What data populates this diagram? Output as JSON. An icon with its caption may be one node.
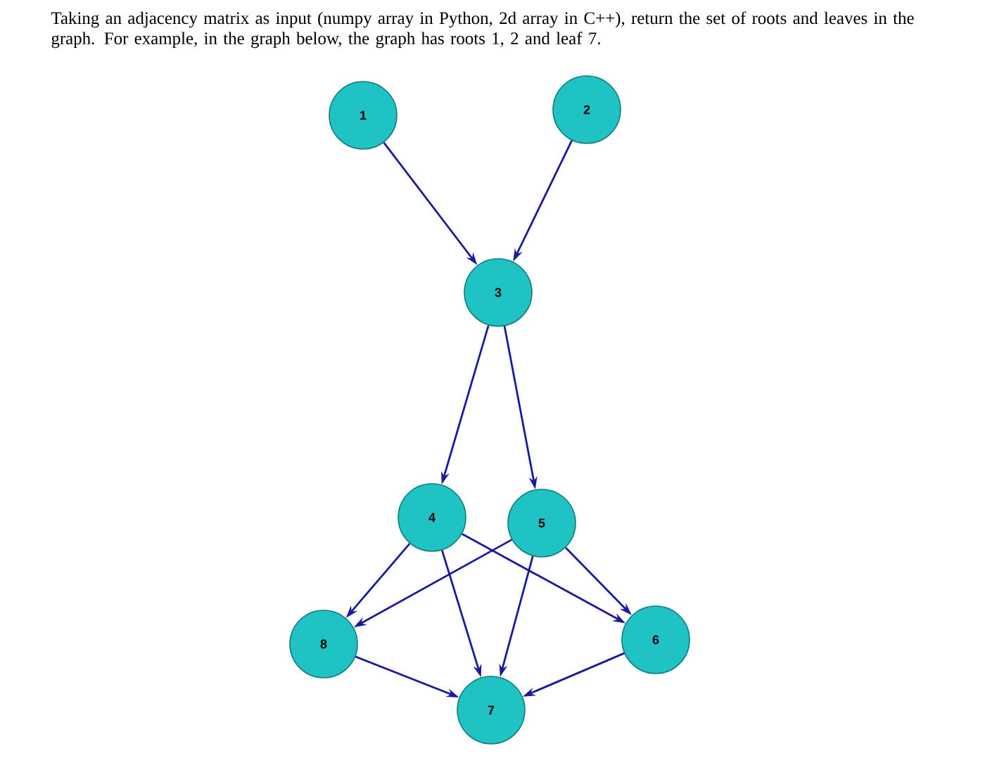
{
  "diagram": {
    "nodes": [
      {
        "text": [
          "1"
        ]
      },
      {
        "text": [
          "2"
        ]
      },
      {
        "text": [
          "3"
        ]
      },
      {
        "text": [
          "4"
        ]
      },
      {
        "text": [
          "5"
        ]
      },
      {
        "text": [
          "8"
        ]
      },
      {
        "text": [
          "6"
        ]
      },
      {
        "text": [
          "7"
        ]
      }
    ],
    "edges": [
      {
        "from": 0,
        "to": 2,
        "arrow": "to"
      },
      {
        "from": 1,
        "to": 2,
        "arrow": "to"
      },
      {
        "from": 2,
        "to": 3,
        "arrow": "to"
      },
      {
        "from": 2,
        "to": 4,
        "arrow": "to"
      },
      {
        "from": 3,
        "to": 5,
        "arrow": "to"
      },
      {
        "from": 3,
        "to": 7,
        "arrow": "to"
      },
      {
        "from": 3,
        "to": 6,
        "arrow": "to"
      },
      {
        "from": 4,
        "to": 5,
        "arrow": "to"
      },
      {
        "from": 4,
        "to": 7,
        "arrow": "to"
      },
      {
        "from": 4,
        "to": 6,
        "arrow": "to"
      },
      {
        "from": 5,
        "to": 7,
        "arrow": "to"
      },
      {
        "from": 6,
        "to": 7,
        "arrow": "to"
      }
    ],
    "labels": [
      "Taking an adjacency matrix as input (numpy array in Python, 2d array in C++), return the set of roots and leaves in the graph. For example, in the graph below, the graph has roots 1, 2 and leaf 7."
    ]
  }
}
